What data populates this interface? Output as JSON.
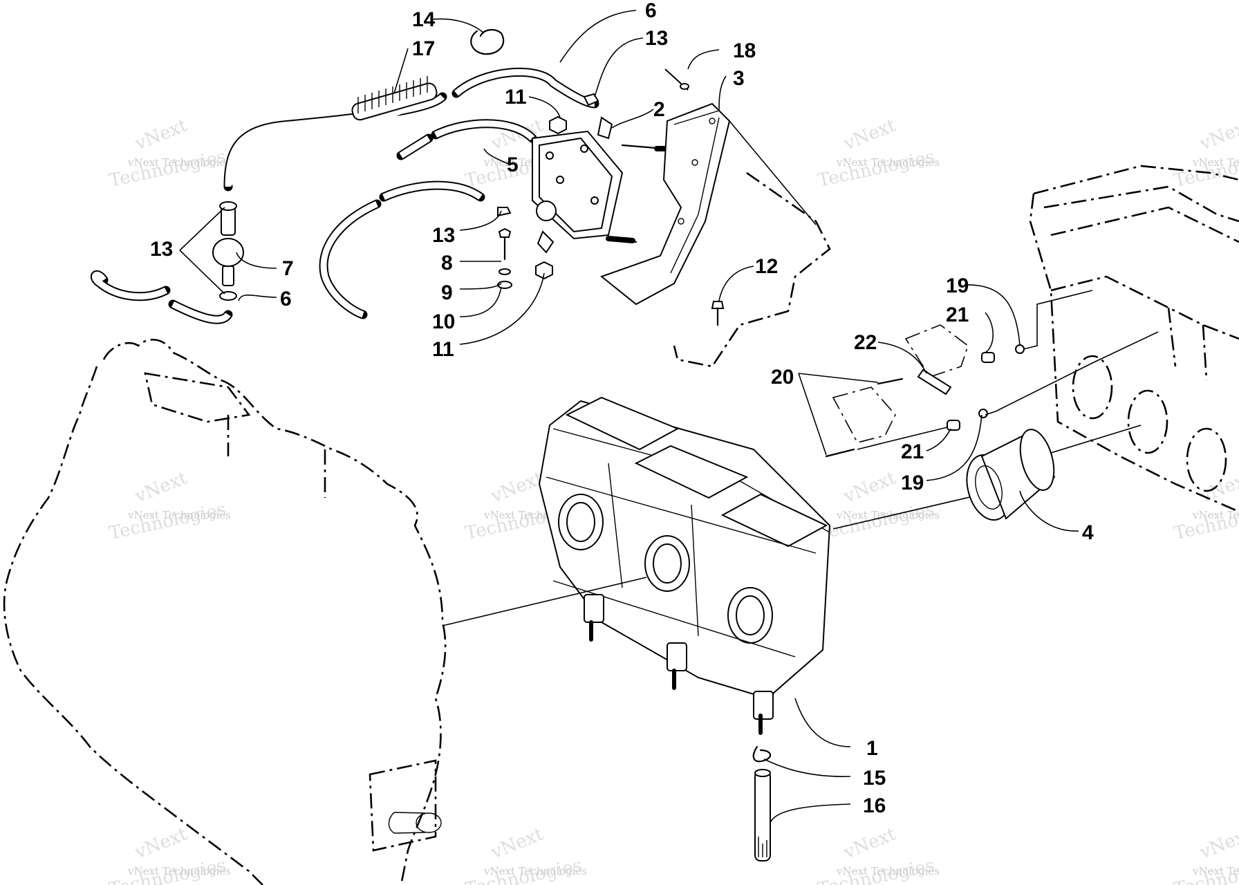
{
  "diagram": {
    "callouts": [
      "14",
      "17",
      "6",
      "13",
      "18",
      "3",
      "11",
      "2",
      "5",
      "13",
      "7",
      "6",
      "13",
      "8",
      "9",
      "10",
      "11",
      "12",
      "19",
      "21",
      "22",
      "20",
      "21",
      "19",
      "4",
      "1",
      "15",
      "16"
    ],
    "watermark": {
      "line1": "vNext",
      "line2": "vNext Technologies",
      "line3": "Technologies"
    }
  }
}
